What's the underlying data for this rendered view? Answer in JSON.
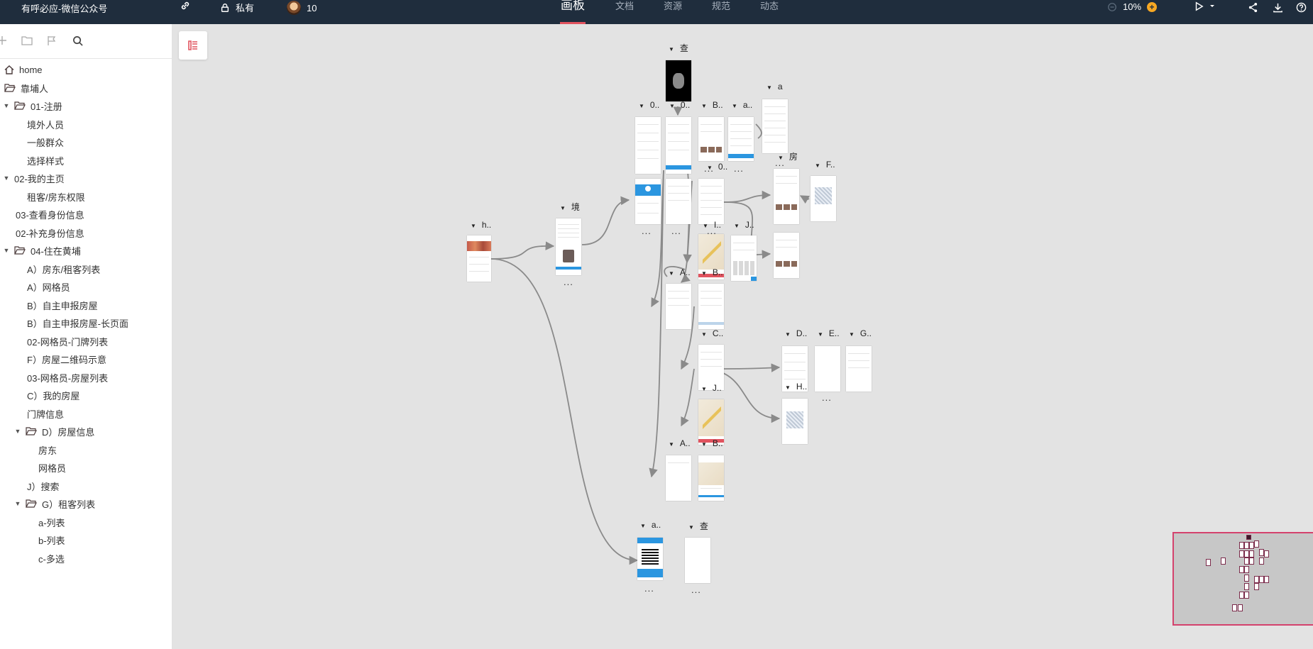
{
  "topbar": {
    "title": "有呼必应-微信公众号",
    "privacy_label": "私有",
    "member_count": "10",
    "tabs": [
      {
        "label": "画板",
        "active": true
      },
      {
        "label": "文档",
        "active": false
      },
      {
        "label": "资源",
        "active": false
      },
      {
        "label": "规范",
        "active": false
      },
      {
        "label": "动态",
        "active": false
      }
    ],
    "zoom_level": "10%"
  },
  "sidebar": {
    "items": [
      {
        "label": "home",
        "icon": "home-icon"
      },
      {
        "label": "靠埔人",
        "icon": "folder-open-icon"
      },
      {
        "label": "01-注册",
        "icon": "folder-open-icon",
        "chevron": true
      },
      {
        "label": "境外人员"
      },
      {
        "label": "一般群众"
      },
      {
        "label": "选择样式"
      },
      {
        "label": "02-我的主页",
        "chevron": true
      },
      {
        "label": "租客/房东权限"
      },
      {
        "label": "03-查看身份信息"
      },
      {
        "label": "02-补充身份信息"
      },
      {
        "label": "04-住在黄埔",
        "icon": "folder-open-icon",
        "chevron": true
      },
      {
        "label": "A）房东/租客列表"
      },
      {
        "label": "A）网格员"
      },
      {
        "label": "B）自主申报房屋"
      },
      {
        "label": "B）自主申报房屋-长页面"
      },
      {
        "label": "02-网格员-门牌列表"
      },
      {
        "label": "F）房屋二维码示意"
      },
      {
        "label": "03-网格员-房屋列表"
      },
      {
        "label": "C）我的房屋"
      },
      {
        "label": "门牌信息"
      },
      {
        "label": "D）房屋信息",
        "icon": "folder-open-icon",
        "chevron": true
      },
      {
        "label": "房东"
      },
      {
        "label": "网格员"
      },
      {
        "label": "J）搜索"
      },
      {
        "label": "G）租客列表",
        "icon": "folder-open-icon",
        "chevron": true
      },
      {
        "label": "a-列表"
      },
      {
        "label": "b-列表"
      },
      {
        "label": "c-多选"
      }
    ]
  },
  "canvas": {
    "labels": [
      "查",
      "a",
      "0..",
      "0..",
      "B..",
      "a..",
      "房",
      "F..",
      "0..",
      "境",
      "h..",
      "I..",
      "J..",
      "A..",
      "B..",
      "C..",
      "D..",
      "E..",
      "G..",
      "H..",
      "A..",
      "B..",
      "a..",
      "查",
      "J.."
    ],
    "ellipsis": "..."
  },
  "colors": {
    "topbar_bg": "#1f2d3d",
    "accent": "#e1535f",
    "canvas_bg": "#e3e3e3",
    "zoom_plus": "#f7a823"
  }
}
